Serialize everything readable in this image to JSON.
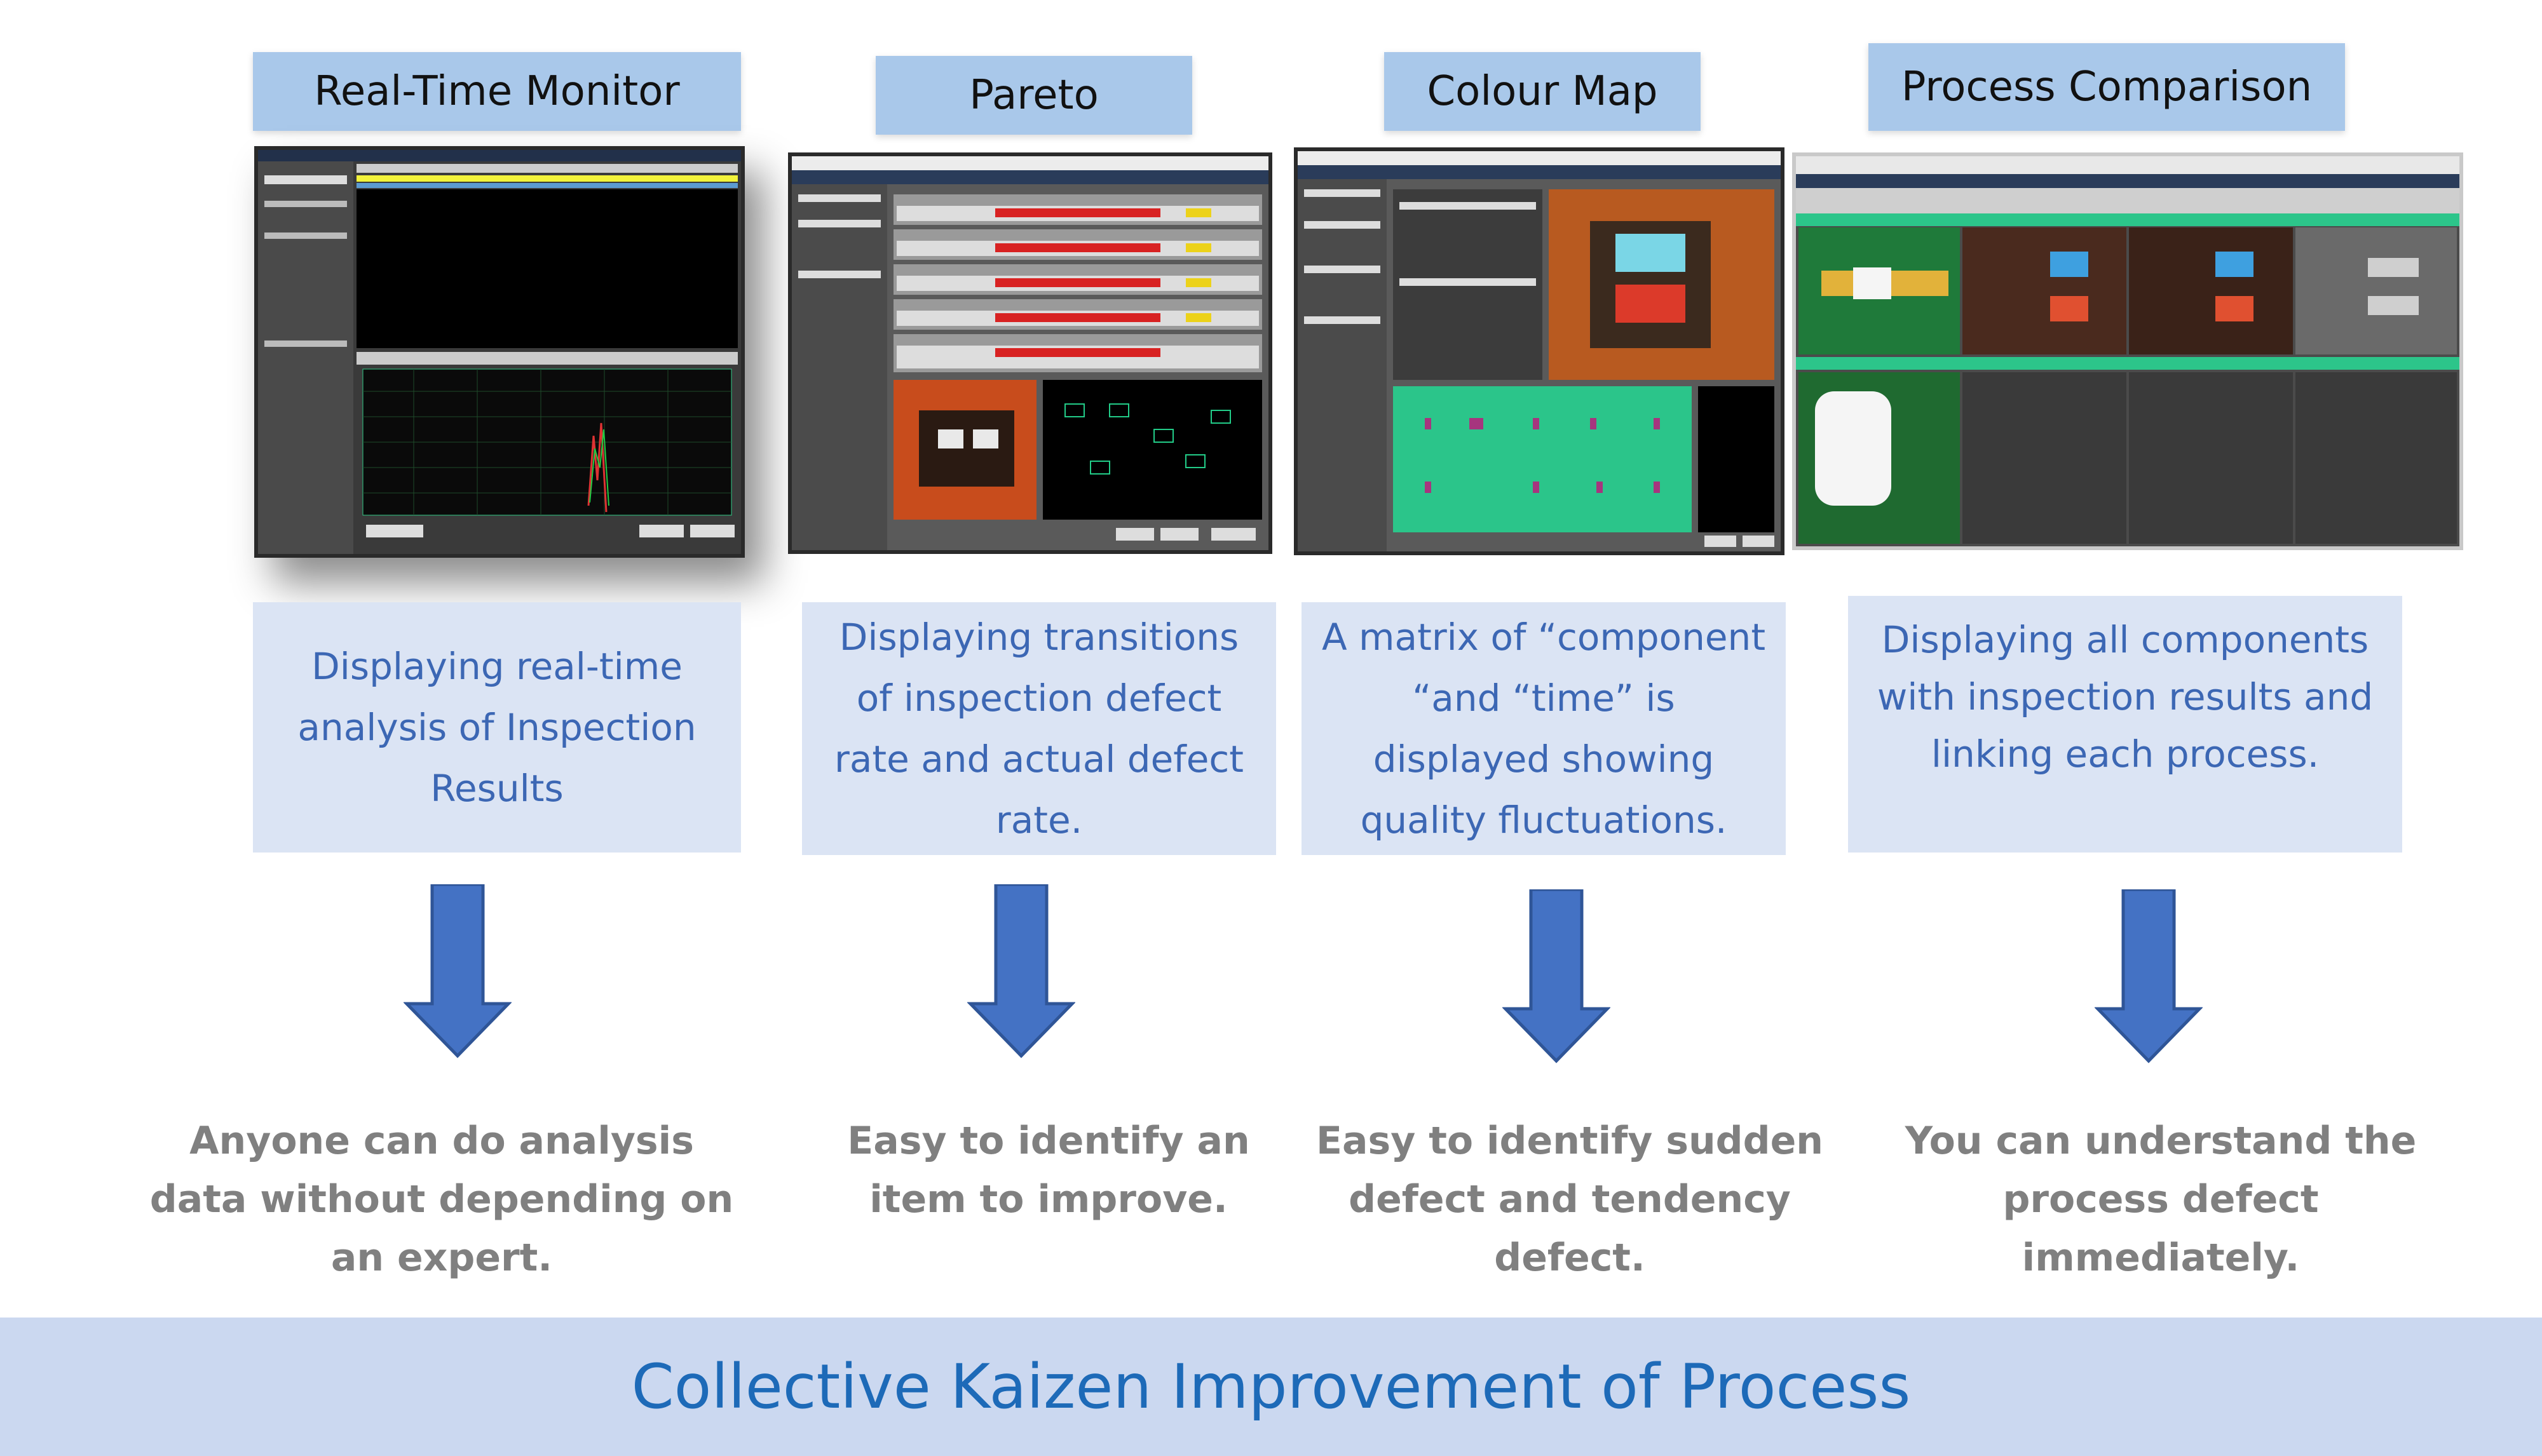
{
  "columns": [
    {
      "title": "Real-Time Monitor",
      "description": "Displaying real-time analysis of Inspection Results",
      "result": "Anyone can do analysis data without depending on an expert."
    },
    {
      "title": "Pareto",
      "description": "Displaying transitions of inspection defect rate and actual defect rate.",
      "result": "Easy to identify an item to improve."
    },
    {
      "title": "Colour Map",
      "description": "A matrix of “component “and “time” is displayed showing quality fluctuations.",
      "result": "Easy to identify sudden defect and tendency defect."
    },
    {
      "title": "Process Comparison",
      "description": "Displaying all components with inspection results and linking each process.",
      "result": "You can understand the process defect immediately."
    }
  ],
  "footer": "Collective Kaizen Improvement of Process",
  "colors": {
    "title_fill": "#a9c8ea",
    "description_fill": "#dbe4f4",
    "description_text": "#3c67b4",
    "arrow": "#4472c4",
    "result_text": "#808080",
    "footer_fill": "#cbd8f0",
    "footer_text": "#1d6ab8"
  }
}
